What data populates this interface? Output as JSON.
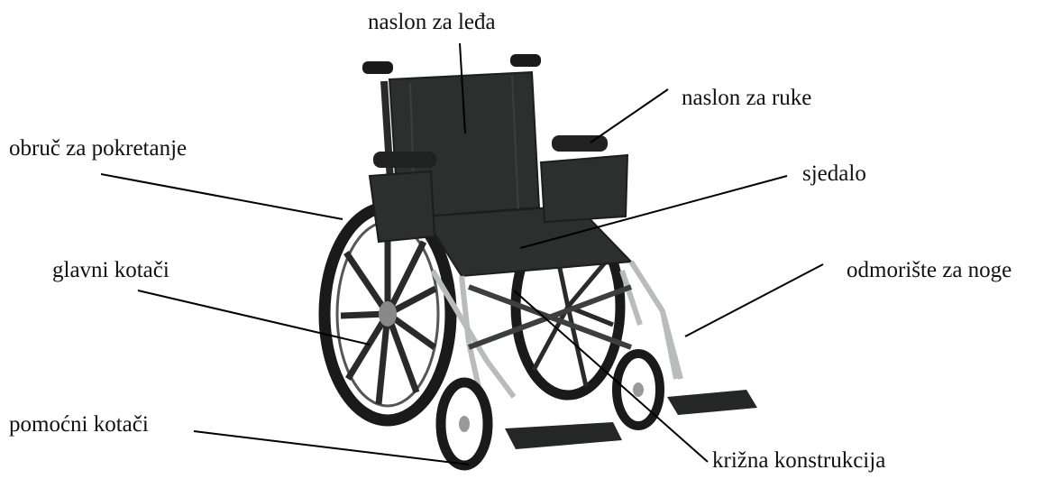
{
  "labels": {
    "backrest": "naslon za leđa",
    "armrest": "naslon za ruke",
    "push_rim": "obruč za pokretanje",
    "seat": "sjedalo",
    "main_wheels": "glavni kotači",
    "footrest": "odmorište za noge",
    "caster_wheels": "pomoćni kotači",
    "cross_frame": "križna konstrukcija"
  },
  "colors": {
    "background": "#ffffff",
    "text": "#111111",
    "leader_line": "#000000",
    "upholstery": "#2b2f2e",
    "chrome": "#b9bcbd",
    "tire": "#1a1a1a"
  }
}
